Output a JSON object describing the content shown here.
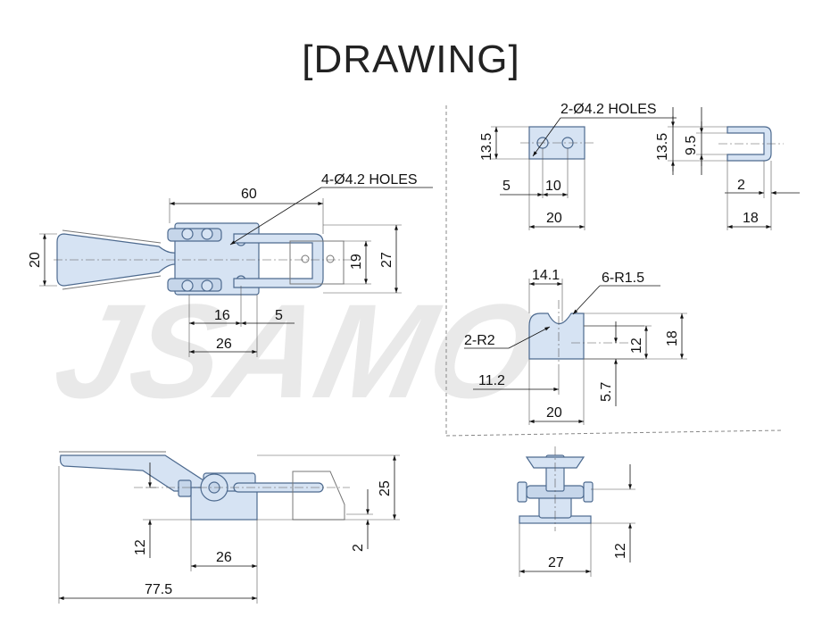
{
  "title": "[DRAWING]",
  "watermark": "JSAMO",
  "colors": {
    "part_fill": "#d6e3f3",
    "part_stroke": "#4d6a8f"
  },
  "views": {
    "top": {
      "note": "4-Ø4.2 HOLES",
      "dims": {
        "d60": "60",
        "d20": "20",
        "d19": "19",
        "d27": "27",
        "d16": "16",
        "d5": "5",
        "d26": "26"
      }
    },
    "catch_plate": {
      "note": "2-Ø4.2 HOLES",
      "dims": {
        "d13_5": "13.5",
        "d5": "5",
        "d10": "10",
        "d20": "20"
      }
    },
    "hook": {
      "dims": {
        "d13_5": "13.5",
        "d9_5": "9.5",
        "d2": "2",
        "d18": "18"
      }
    },
    "catch_side": {
      "notes": {
        "r1_5": "6-R1.5",
        "r2": "2-R2"
      },
      "dims": {
        "d14_1": "14.1",
        "d11_2": "11.2",
        "d20": "20",
        "d12": "12",
        "d18": "18",
        "d5_7": "5.7"
      }
    },
    "side": {
      "dims": {
        "d25": "25",
        "d12": "12",
        "d26": "26",
        "d2": "2",
        "d77_5": "77.5"
      }
    },
    "end": {
      "dims": {
        "d27": "27",
        "d12": "12"
      }
    }
  }
}
